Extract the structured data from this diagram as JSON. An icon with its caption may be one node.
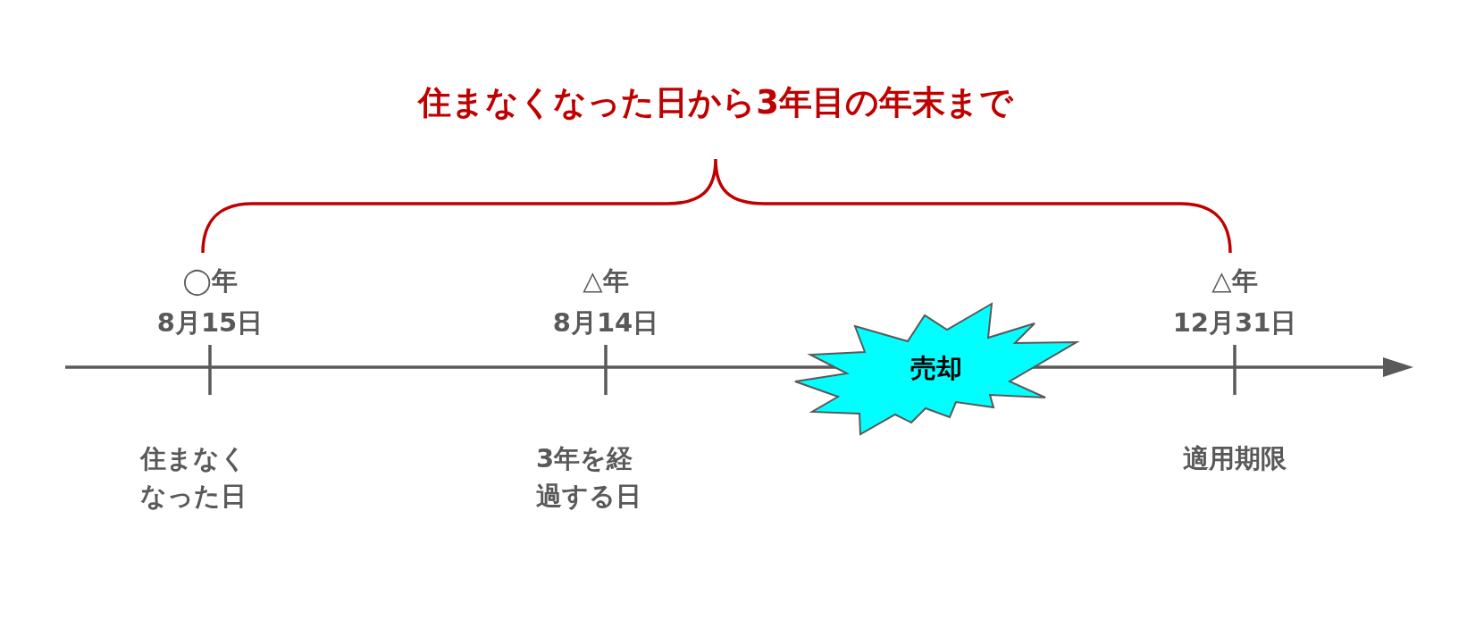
{
  "diagram": {
    "title": "住まなくなった日から3年目の年末まで",
    "nodes": [
      {
        "text": [
          "売却"
        ]
      }
    ],
    "labels": [
      "◯年",
      "8月15日",
      "△年",
      "8月14日",
      "△年",
      "12月31日",
      "住まなくなった日",
      "3年を経過する日",
      "適用期限"
    ]
  }
}
